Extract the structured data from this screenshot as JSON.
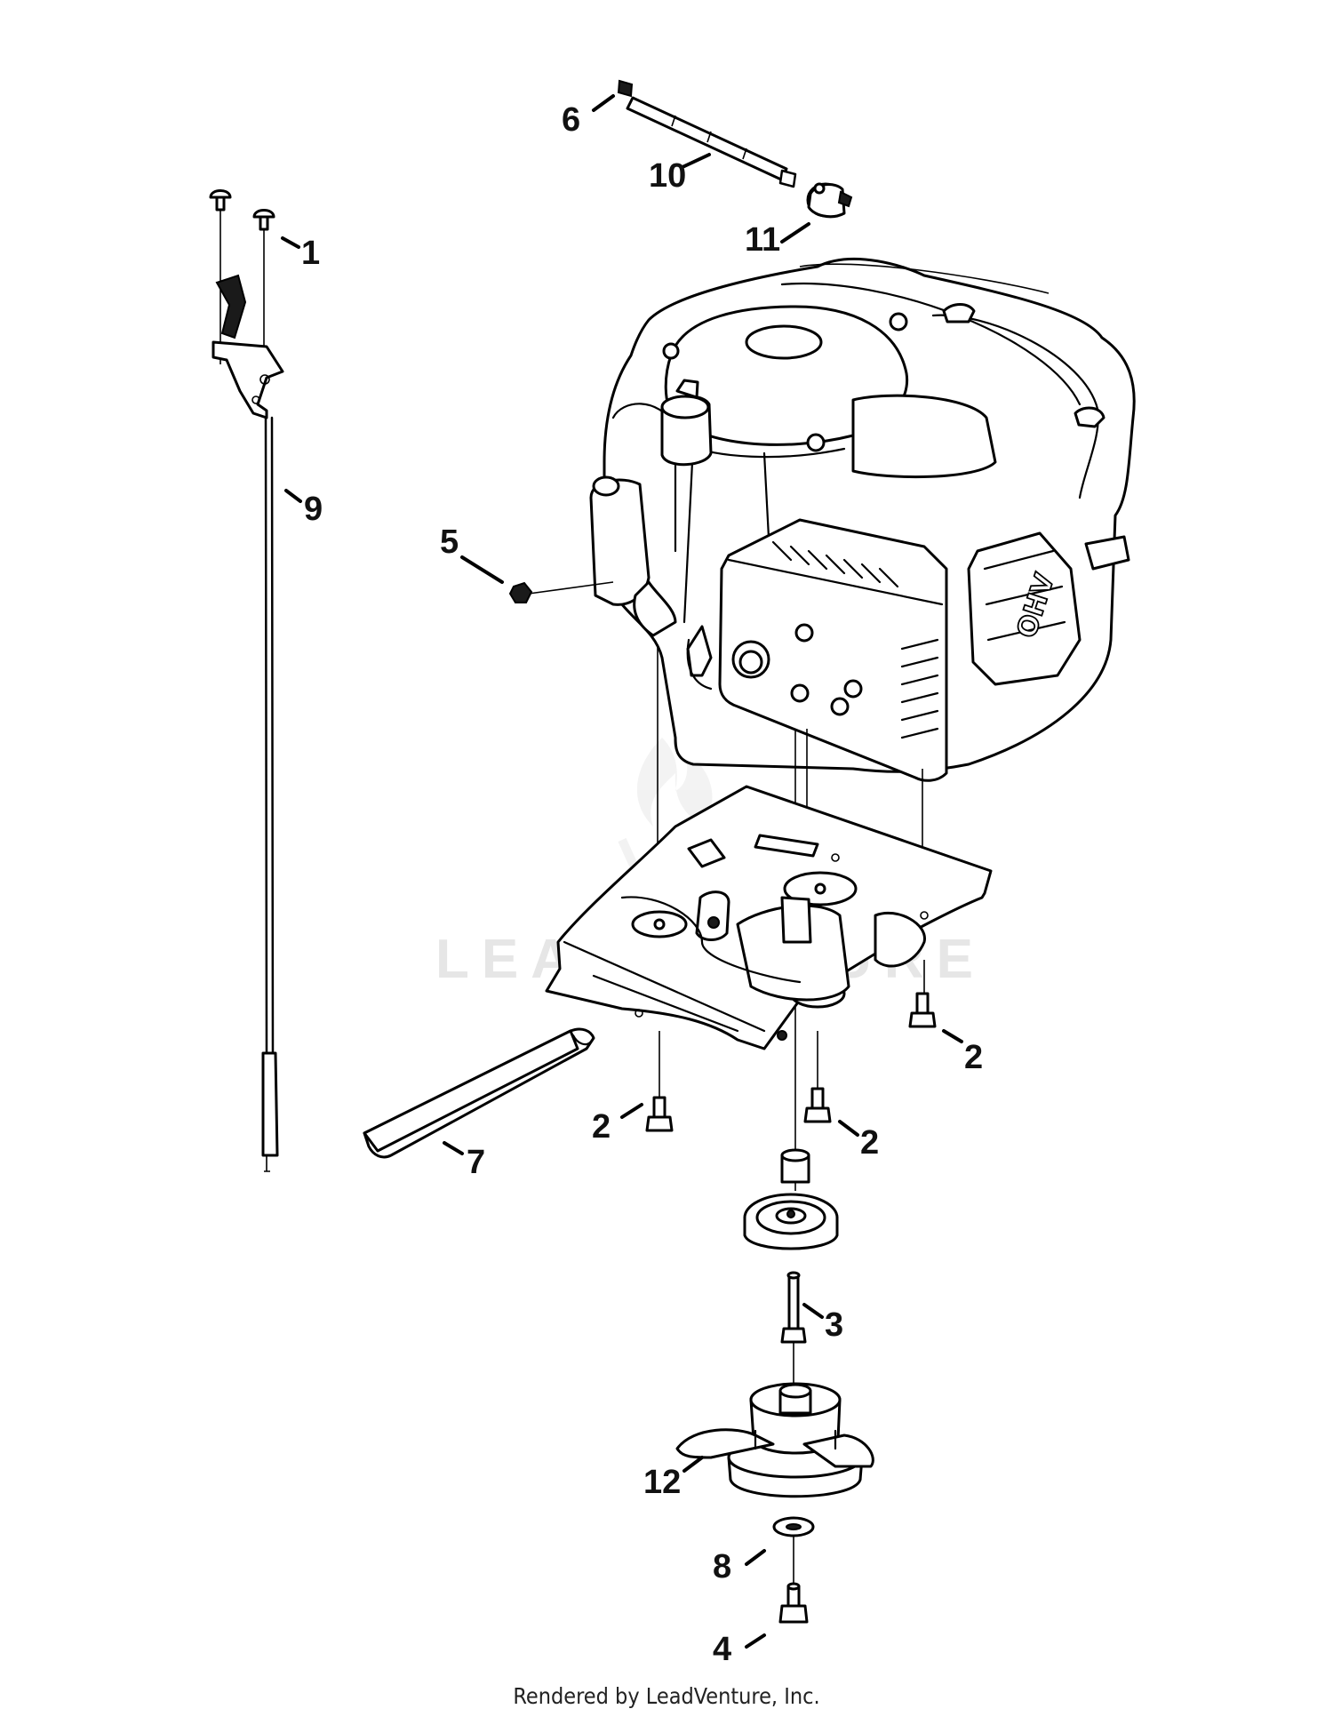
{
  "watermark": {
    "text": "LEADVENTURE"
  },
  "engine_marking": {
    "text": "OHV"
  },
  "callouts": [
    {
      "id": "1",
      "label": "1"
    },
    {
      "id": "2a",
      "label": "2"
    },
    {
      "id": "2b",
      "label": "2"
    },
    {
      "id": "2c",
      "label": "2"
    },
    {
      "id": "3",
      "label": "3"
    },
    {
      "id": "4",
      "label": "4"
    },
    {
      "id": "5",
      "label": "5"
    },
    {
      "id": "6",
      "label": "6"
    },
    {
      "id": "7",
      "label": "7"
    },
    {
      "id": "8",
      "label": "8"
    },
    {
      "id": "9",
      "label": "9"
    },
    {
      "id": "10",
      "label": "10"
    },
    {
      "id": "11",
      "label": "11"
    },
    {
      "id": "12",
      "label": "12"
    }
  ],
  "footer": {
    "text": "Rendered by LeadVenture, Inc."
  }
}
